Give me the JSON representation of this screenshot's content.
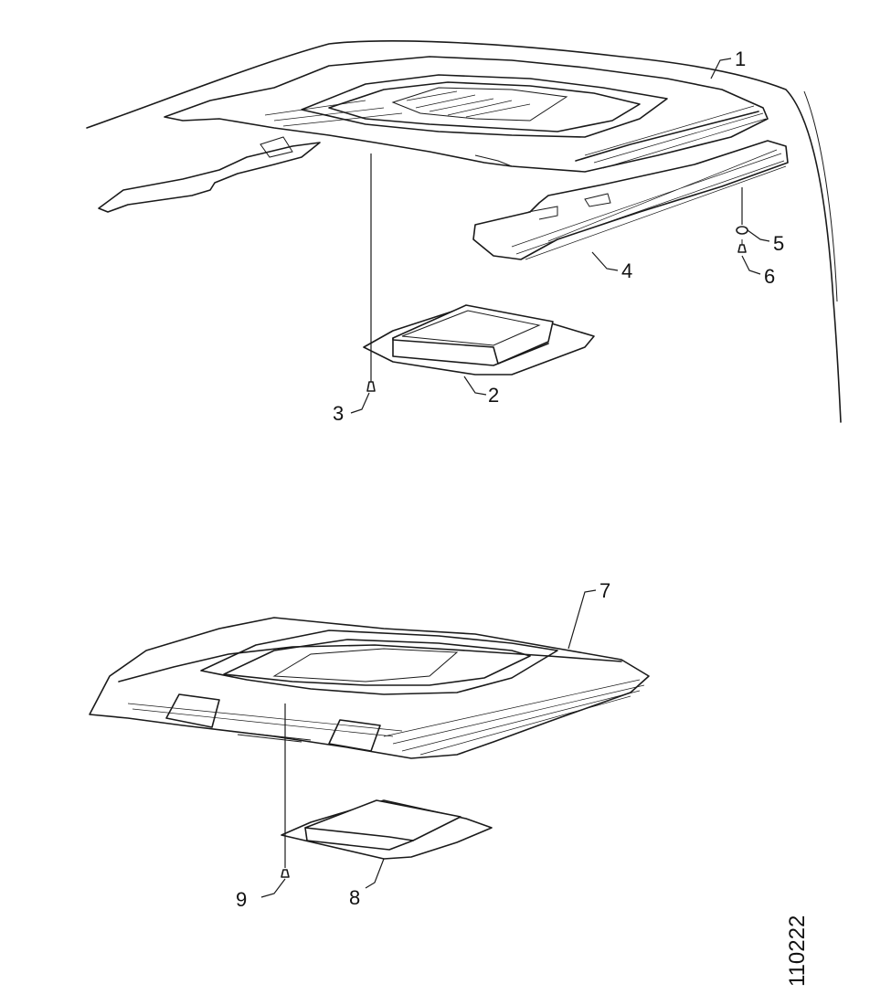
{
  "callouts": [
    {
      "key": "c1",
      "label": "1"
    },
    {
      "key": "c2",
      "label": "2"
    },
    {
      "key": "c3",
      "label": "3"
    },
    {
      "key": "c4",
      "label": "4"
    },
    {
      "key": "c5",
      "label": "5"
    },
    {
      "key": "c6",
      "label": "6"
    },
    {
      "key": "c7",
      "label": "7"
    },
    {
      "key": "c8",
      "label": "8"
    },
    {
      "key": "c9",
      "label": "9"
    }
  ],
  "reference_number": "110222",
  "colors": {
    "ink": "#1a1a1a",
    "paper": "#ffffff"
  }
}
